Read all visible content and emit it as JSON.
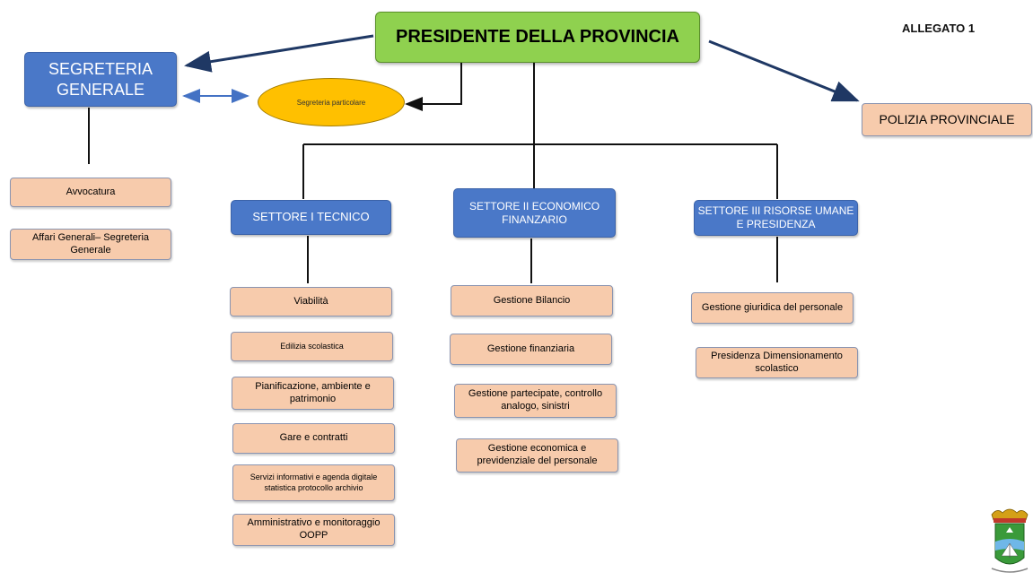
{
  "header": {
    "allegato": "ALLEGATO 1"
  },
  "presidente": "PRESIDENTE DELLA PROVINCIA",
  "segreteria_generale": "SEGRETERIA GENERALE",
  "segreteria_particolare": "Segreteria particolare",
  "polizia_provinciale": "POLIZIA PROVINCIALE",
  "segreteria_items": [
    "Avvocatura",
    "Affari Generali– Segreteria Generale"
  ],
  "settore1": {
    "title": "SETTORE I TECNICO",
    "items": [
      "Viabilità",
      "Edilizia scolastica",
      "Pianificazione, ambiente e patrimonio",
      "Gare e contratti",
      "Servizi informativi e agenda digitale statistica protocollo archivio",
      "Amministrativo e monitoraggio OOPP"
    ]
  },
  "settore2": {
    "title": "SETTORE II ECONOMICO FINANZARIO",
    "items": [
      "Gestione Bilancio",
      "Gestione finanziaria",
      "Gestione partecipate, controllo analogo, sinistri",
      "Gestione economica e previdenziale del personale"
    ]
  },
  "settore3": {
    "title": "SETTORE III RISORSE UMANE E PRESIDENZA",
    "items": [
      "Gestione giuridica del personale",
      "Presidenza Dimensionamento scolastico"
    ]
  },
  "colors": {
    "blue": "#4a78c8",
    "green": "#8fd14f",
    "peach": "#f7cbac",
    "orange": "#ffc000",
    "arrow": "#1f3864"
  }
}
